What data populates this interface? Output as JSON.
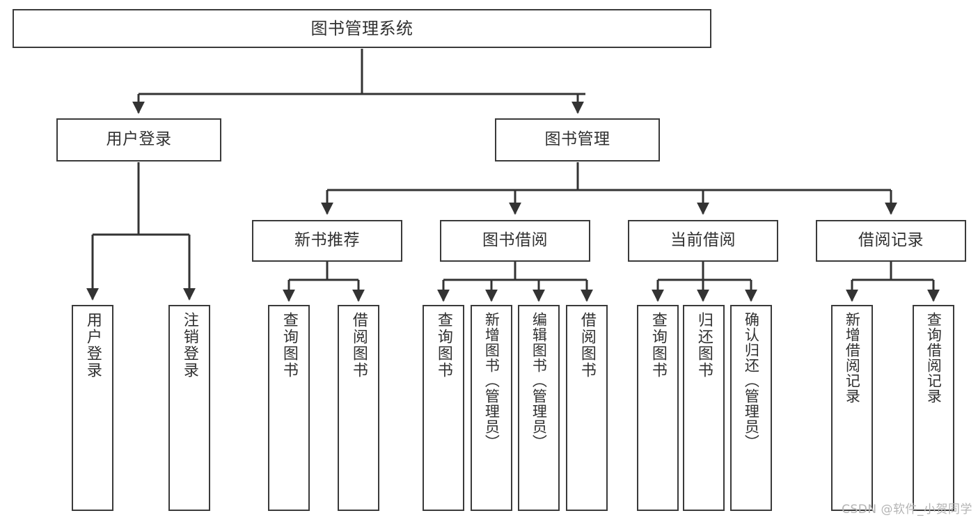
{
  "diagram": {
    "title": "图书管理系统",
    "type": "hierarchy-tree",
    "orientation": "top-down",
    "colors": {
      "box_border": "#3a3a3a",
      "box_fill": "#ffffff",
      "edge": "#333333",
      "text": "#303030",
      "watermark": "#b4b4b4",
      "background": "#ffffff"
    },
    "levels": [
      {
        "level": 1,
        "nodes": [
          {
            "id": "root",
            "label": "图书管理系统"
          }
        ]
      },
      {
        "level": 2,
        "nodes": [
          {
            "id": "login",
            "label": "用户登录",
            "parent": "root"
          },
          {
            "id": "bookmgmt",
            "label": "图书管理",
            "parent": "root"
          }
        ]
      },
      {
        "level": 3,
        "nodes": [
          {
            "id": "newbook",
            "label": "新书推荐",
            "parent": "bookmgmt"
          },
          {
            "id": "borrow",
            "label": "图书借阅",
            "parent": "bookmgmt"
          },
          {
            "id": "current",
            "label": "当前借阅",
            "parent": "bookmgmt"
          },
          {
            "id": "record",
            "label": "借阅记录",
            "parent": "bookmgmt"
          }
        ]
      },
      {
        "level": 4,
        "nodes": [
          {
            "id": "leaf1",
            "label": "用户登录",
            "parent": "login"
          },
          {
            "id": "leaf2",
            "label": "注销登录",
            "parent": "login"
          },
          {
            "id": "leaf3",
            "label": "查询图书",
            "parent": "newbook"
          },
          {
            "id": "leaf4",
            "label": "借阅图书",
            "parent": "newbook"
          },
          {
            "id": "leaf5",
            "label": "查询图书",
            "parent": "borrow"
          },
          {
            "id": "leaf6",
            "label": "新增图书（管理员）",
            "parent": "borrow"
          },
          {
            "id": "leaf7",
            "label": "编辑图书（管理员）",
            "parent": "borrow"
          },
          {
            "id": "leaf8",
            "label": "借阅图书",
            "parent": "borrow"
          },
          {
            "id": "leaf9",
            "label": "查询图书",
            "parent": "current"
          },
          {
            "id": "leaf10",
            "label": "归还图书",
            "parent": "current"
          },
          {
            "id": "leaf11",
            "label": "确认归还（管理员）",
            "parent": "current"
          },
          {
            "id": "leaf12",
            "label": "新增借阅记录",
            "parent": "record"
          },
          {
            "id": "leaf13",
            "label": "查询借阅记录",
            "parent": "record"
          }
        ]
      }
    ]
  },
  "watermark": {
    "text": "CSDN @软件_小贺同学"
  }
}
